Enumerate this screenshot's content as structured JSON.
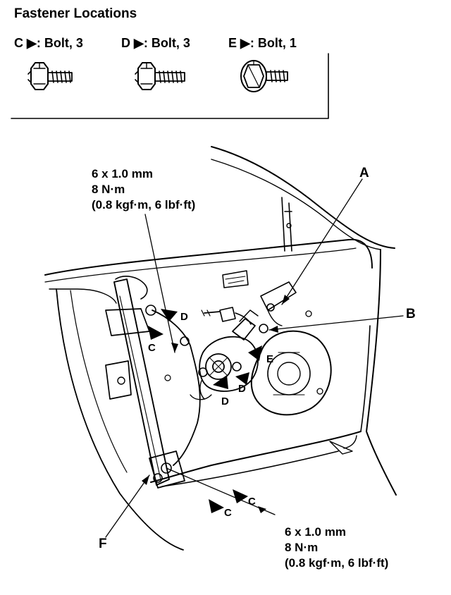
{
  "header": {
    "title": "Fastener Locations"
  },
  "fasteners": [
    {
      "letter": "C",
      "symbol": "▶",
      "desc": ": Bolt, 3"
    },
    {
      "letter": "D",
      "symbol": "▶",
      "desc": ": Bolt, 3"
    },
    {
      "letter": "E",
      "symbol": "▶",
      "desc": ": Bolt, 1"
    }
  ],
  "specs": {
    "top": {
      "size": "6 x 1.0 mm",
      "torque": "8 N·m",
      "alt": "(0.8 kgf·m, 6 lbf·ft)"
    },
    "bottom": {
      "size": "6 x 1.0 mm",
      "torque": "8 N·m",
      "alt": "(0.8 kgf·m, 6 lbf·ft)"
    }
  },
  "callouts": {
    "a": "A",
    "b": "B",
    "f": "F",
    "c": "C",
    "d": "D",
    "e": "E"
  },
  "colors": {
    "ink": "#000000",
    "paper": "#ffffff"
  }
}
